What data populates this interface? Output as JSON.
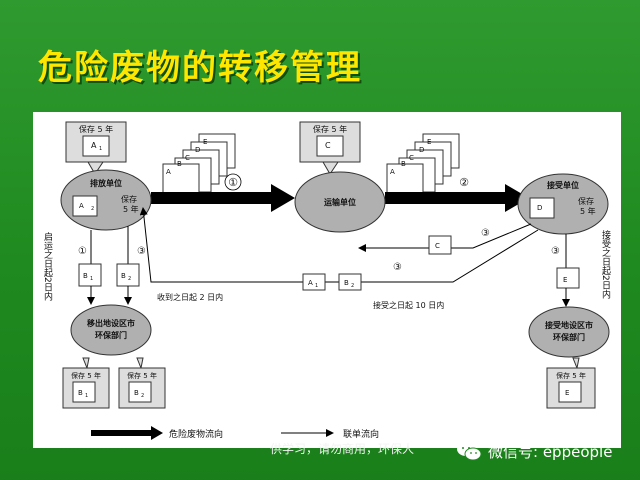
{
  "title": "危险废物的转移管理",
  "nodes": {
    "producer": {
      "name": "排放单位",
      "keep": "保存",
      "keep2": "5 年",
      "doc": "A"
    },
    "transporter": {
      "name": "运输单位"
    },
    "receiver": {
      "name": "接受单位",
      "keep": "保存",
      "keep2": "5 年",
      "doc": "D"
    },
    "origin_epb": {
      "name1": "移出地设区市",
      "name2": "环保部门"
    },
    "dest_epb": {
      "name1": "接受地设区市",
      "name2": "环保部门"
    }
  },
  "notes": {
    "keep5": "保存 5 年",
    "doc_a1": "A",
    "doc_c": "C",
    "doc_e": "E",
    "doc_b1": "B",
    "doc_b2": "B",
    "stack1": [
      "A",
      "B",
      "C",
      "D",
      "E"
    ],
    "stack2": [
      "A",
      "B",
      "C",
      "D",
      "E"
    ]
  },
  "labels": {
    "step1": "①",
    "step2": "②",
    "step3": "③",
    "left_vertical": "启运之日起2日内",
    "right_vertical": "接受之日起2日内",
    "within2": "收到之日起 2 日内",
    "within10": "接受之日起 10 日内",
    "transfer_a1": "A",
    "transfer_b2": "B",
    "return_c": "C",
    "receiver_e": "E"
  },
  "legend": {
    "waste_flow": "危险废物流向",
    "form_flow": "联单流向"
  },
  "footer": {
    "text": "供学习，请勿商用，环保人",
    "wechat": "微信号: eppeople"
  },
  "colors": {
    "background": "#1f8a1f",
    "title": "#ffe600",
    "node_fill": "#b0b0b0",
    "arrow": "#000000"
  }
}
